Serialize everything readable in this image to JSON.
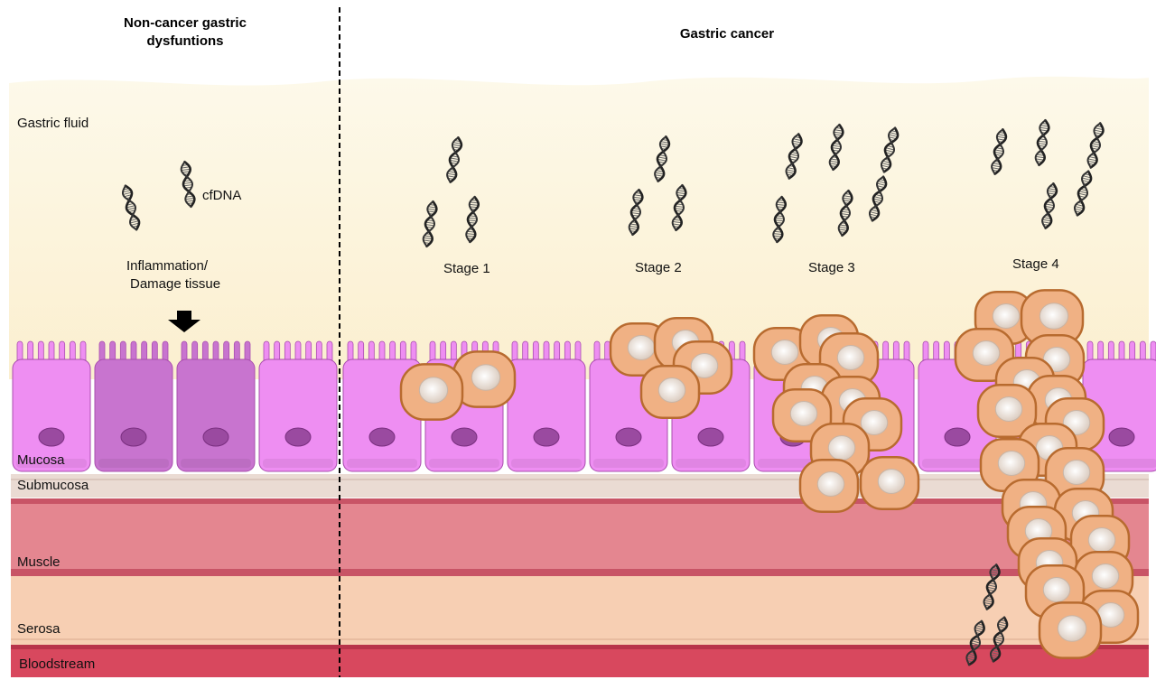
{
  "headers": {
    "non_cancer": "Non-cancer gastric dysfuntions",
    "cancer": "Gastric cancer"
  },
  "labels": {
    "gastric_fluid": "Gastric fluid",
    "cfdna": "cfDNA",
    "inflammation_line1": "Inflammation/",
    "inflammation_line2": "Damage tissue",
    "stage1": "Stage 1",
    "stage2": "Stage 2",
    "stage3": "Stage 3",
    "stage4": "Stage 4"
  },
  "layers": {
    "mucosa": "Mucosa",
    "submucosa": "Submucosa",
    "muscle": "Muscle",
    "serosa": "Serosa",
    "bloodstream": "Bloodstream"
  },
  "colors": {
    "fluid": "#fbf3d9",
    "cell": "#ee8ef2",
    "cell_damaged": "#c874cf",
    "nucleus": "#9a4aa0",
    "submucosa": "#eadbd3",
    "muscle": "#e48690",
    "serosa": "#f7cfb3",
    "bloodstream": "#d8485e",
    "tumor_cell": "#f0b184",
    "tumor_border": "#b86b2f",
    "tumor_nucleus": "#e9ddd2"
  }
}
